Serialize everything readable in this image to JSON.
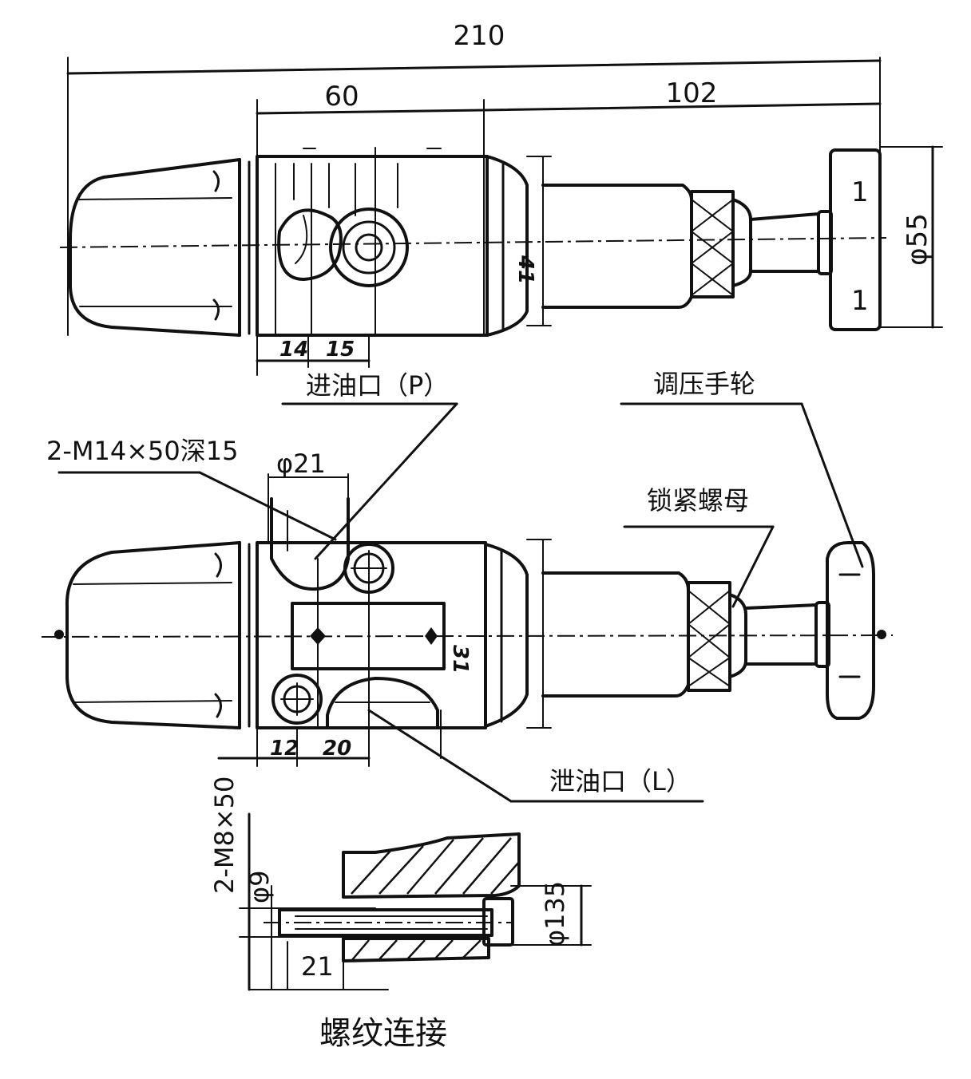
{
  "figure": {
    "colors": {
      "ink": "#111111",
      "paper": "#ffffff"
    },
    "top_view": {
      "dim_overall": "210",
      "dim_body": "60",
      "dim_adjuster": "102",
      "dim_handwheel_dia": "φ55",
      "dim_body_height": "41",
      "dim_port_a": "14",
      "dim_port_b": "15",
      "handwheel_mark_top": "1",
      "handwheel_mark_bottom": "1"
    },
    "front_view": {
      "label_inlet": "进油口（P）",
      "label_mount": "2-M14×50深15",
      "dim_inlet_dia": "φ21",
      "label_handwheel": "调压手轮",
      "label_locknut": "锁紧螺母",
      "label_drain": "泄油口（L）",
      "dim_port_a": "12",
      "dim_port_b": "20",
      "dim_face": "31"
    },
    "detail_view": {
      "label_bolts": "2-M8×50",
      "dim_hole": "φ9",
      "dim_flange": "φ135",
      "dim_depth": "21",
      "caption": "螺纹连接"
    }
  }
}
